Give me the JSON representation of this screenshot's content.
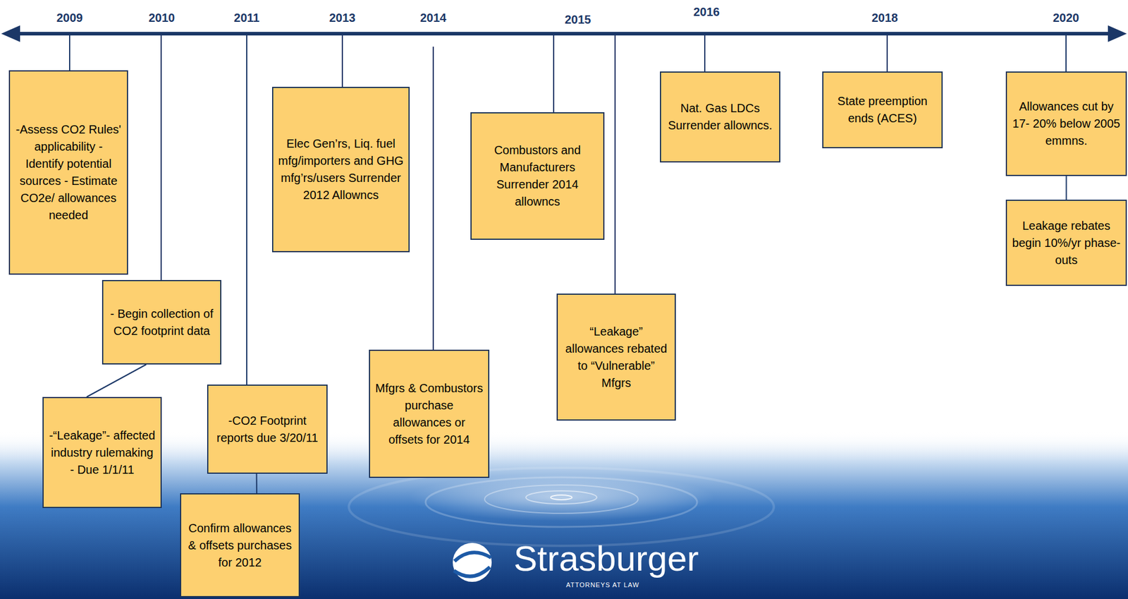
{
  "diagram": {
    "nodes": [
      {
        "text": [
          "-Assess CO2 Rules' applicability - Identify potential sources - Estimate CO2e/ allowances needed"
        ]
      },
      {
        "text": [
          "- Begin collection of CO2 footprint data"
        ]
      },
      {
        "text": [
          "-“Leakage”- affected industry rulemaking - Due 1/1/11"
        ]
      },
      {
        "text": [
          "-CO2 Footprint reports due 3/20/11"
        ]
      },
      {
        "text": [
          "Confirm allowances & offsets purchases for 2012"
        ]
      },
      {
        "text": [
          "Elec Gen’rs, Liq. fuel mfg/importers and GHG mfg’rs/users Surrender 2012 Allowncs"
        ]
      },
      {
        "text": [
          "Mfgrs & Combustors purchase allowances or offsets for 2014"
        ]
      },
      {
        "text": [
          "Combustors and Manufacturers Surrender 2014 allowncs"
        ]
      },
      {
        "text": [
          "“Leakage” allowances rebated to “Vulnerable” Mfgrs"
        ]
      },
      {
        "text": [
          "Nat. Gas LDCs Surrender allowncs."
        ]
      },
      {
        "text": [
          "State preemption ends (ACES)"
        ]
      },
      {
        "text": [
          "Allowances cut by 17- 20% below 2005 emmns."
        ]
      },
      {
        "text": [
          "Leakage rebates begin 10%/yr phase-outs"
        ]
      }
    ],
    "edges": [
      {
        "from": 1,
        "to": 2,
        "arrow": "none"
      },
      {
        "from": 3,
        "to": 4,
        "arrow": "none"
      },
      {
        "from": 11,
        "to": 12,
        "arrow": "none"
      }
    ],
    "labels": [
      "2009",
      "2010",
      "2011",
      "2013",
      "2014",
      "2015",
      "2016",
      "2018",
      "2020",
      "Strasburger",
      "ATTORNEYS AT LAW"
    ]
  }
}
